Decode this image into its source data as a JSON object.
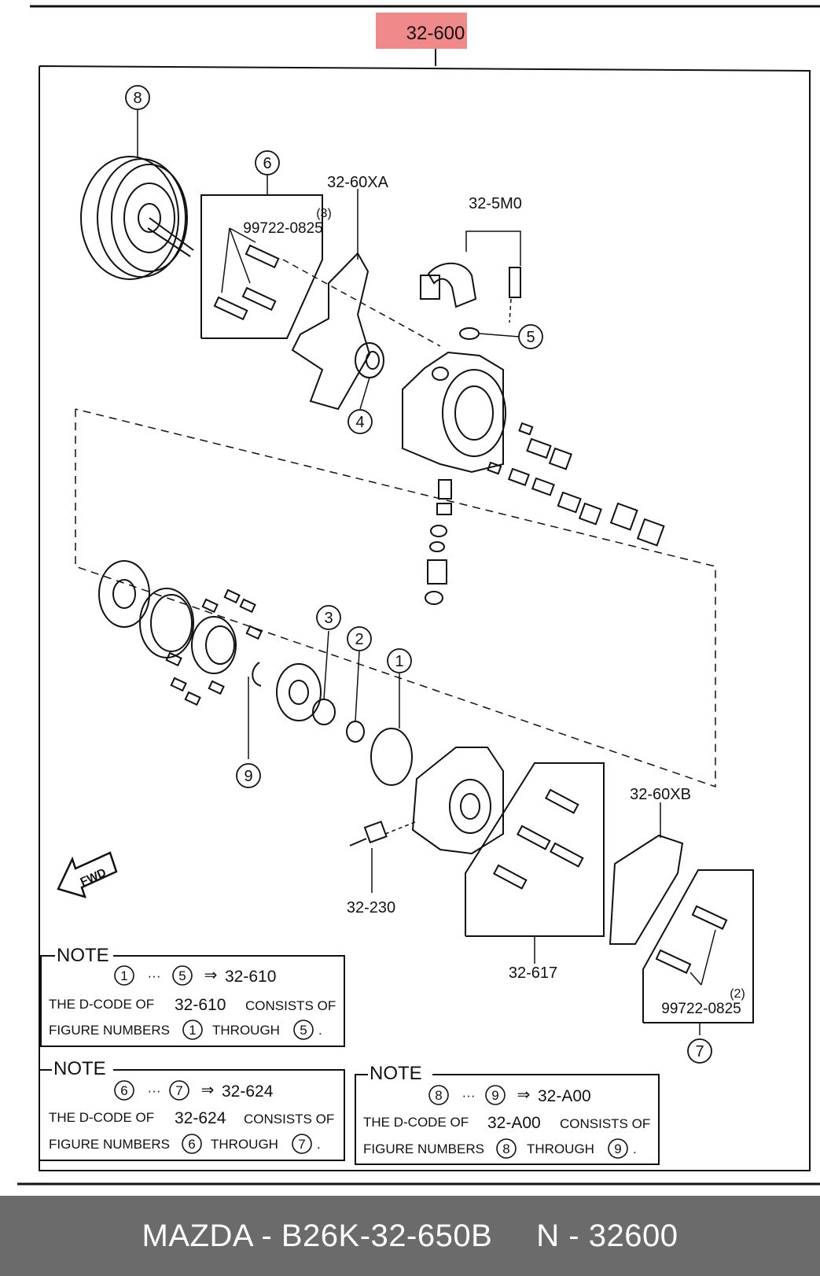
{
  "header": {
    "part_code": "32-600",
    "highlight_color": "#f08a8a"
  },
  "parts": {
    "bracket_a": "32-60XA",
    "pipe_assembly": "32-5M0",
    "bracket_b": "32-60XB",
    "sensor_switch": "32-230",
    "bolt_set": "32-617",
    "bolt_upper": "99722-0825",
    "bolt_upper_qty": "(3)",
    "bolt_lower": "99722-0825",
    "bolt_lower_qty": "(2)"
  },
  "callouts": [
    "1",
    "2",
    "3",
    "4",
    "5",
    "6",
    "7",
    "8",
    "9"
  ],
  "direction_label": "FWD",
  "notes": [
    {
      "title": "NOTE",
      "range_start": "1",
      "range_end": "5",
      "target": "32-610",
      "text1": "THE D-CODE OF",
      "code": "32-610",
      "text2": "CONSISTS OF",
      "text3": "FIGURE NUMBERS",
      "through": "THROUGH",
      "end_dot": "."
    },
    {
      "title": "NOTE",
      "range_start": "6",
      "range_end": "7",
      "target": "32-624",
      "text1": "THE D-CODE OF",
      "code": "32-624",
      "text2": "CONSISTS OF",
      "text3": "FIGURE NUMBERS",
      "through": "THROUGH",
      "end_dot": "."
    },
    {
      "title": "NOTE",
      "range_start": "8",
      "range_end": "9",
      "target": "32-A00",
      "text1": "THE D-CODE OF",
      "code": "32-A00",
      "text2": "CONSISTS OF",
      "text3": "FIGURE NUMBERS",
      "through": "THROUGH",
      "end_dot": "."
    }
  ],
  "symbols": {
    "ellipsis": "···",
    "arrow": "⇒"
  },
  "footer": {
    "part_number": "MAZDA - B26K-32-650B",
    "ref": "N - 32600"
  }
}
